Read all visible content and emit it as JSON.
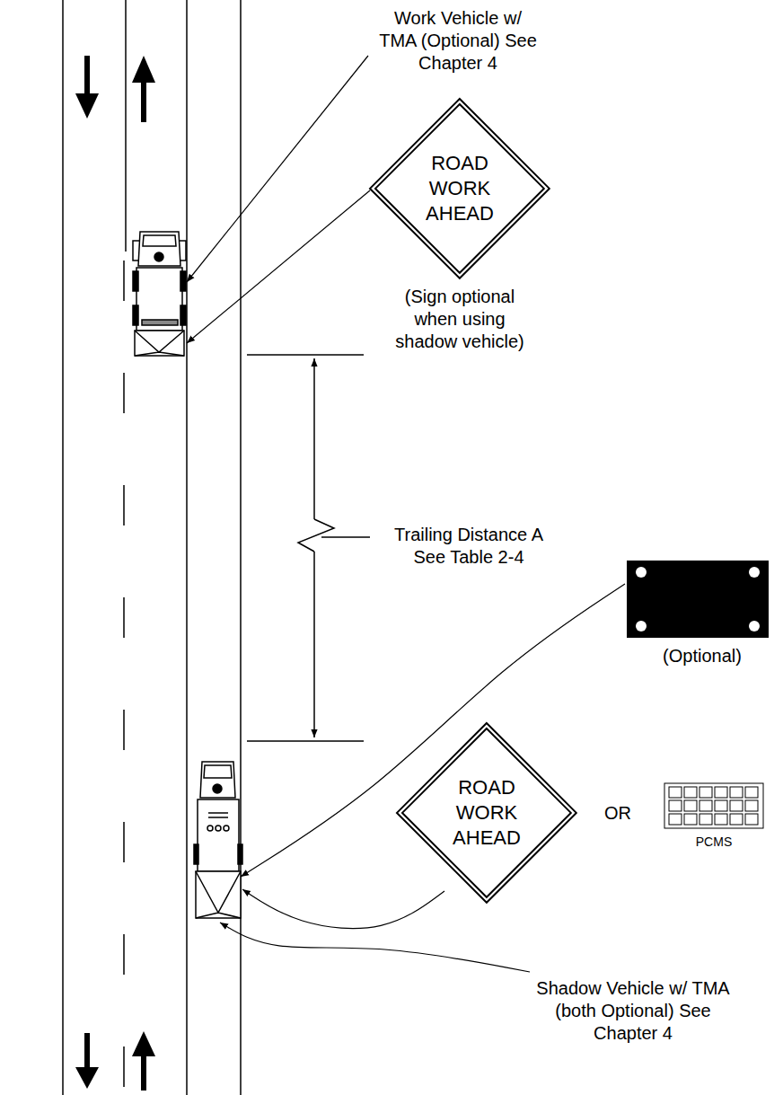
{
  "diagram": {
    "nodes": [
      {
        "text": [
          "ROAD WORK AHEAD"
        ]
      },
      {
        "text": [
          "ROAD WORK AHEAD"
        ]
      }
    ],
    "labels": [
      "Work Vehicle w/ TMA (Optional) See Chapter 4",
      "(Sign optional when using shadow vehicle)",
      "Trailing Distance A See Table 2-4",
      "(Optional)",
      "OR",
      "PCMS",
      "Shadow Vehicle w/ TMA (both Optional) See Chapter 4"
    ]
  }
}
